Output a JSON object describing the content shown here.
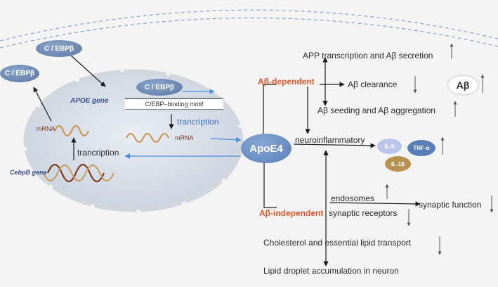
{
  "nucleus": {
    "cebpb_top": "C / EBPβ",
    "cebpb_left": "C / EBPβ",
    "cebpb_gene": "C / EBPβ",
    "apoe_gene": "APOE gene",
    "motif": "C/EBP–binding motif",
    "transcription_1": "trancription",
    "mrna_1": "mRNA",
    "mrna_2": "mRNA",
    "transcription_2": "trancription",
    "cebpb_gene_label": "CebpB gene"
  },
  "apoe4": "ApoE4",
  "dependent_label": "Aβ-dependent",
  "independent_label": "Aβ-independent",
  "effects": {
    "app": "APP transcription and Aβ secretion",
    "clearance": "Aβ clearance",
    "seeding": "Aβ seeding and Aβ aggregation",
    "abeta": "Aβ",
    "neuroinflammatory": "neuroinflammatory",
    "il6": "IL-6",
    "tnfa": "TNF-α",
    "il1b": "IL-1β",
    "endosomes": "endosomes",
    "synaptic_function": "synaptic function",
    "synaptic_receptors": "synaptic receptors",
    "cholesterol": "Cholesterol and essential lipid transport",
    "lipid": "Lipid droplet accumulation in neuron"
  },
  "colors": {
    "accent_blue": "#4a90d9",
    "orange_label": "#e0572a",
    "ellipse_blue": "#6f8bb5",
    "apoe4_blue": "#5f87be",
    "il1b_brown": "#b89050",
    "mrna_wave": "#c89a5a",
    "gene_wave": "#7a3a20"
  }
}
